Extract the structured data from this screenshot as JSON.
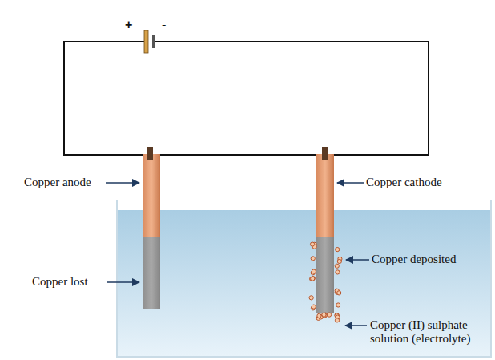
{
  "diagram": {
    "labels": [
      "+",
      "-",
      "Copper anode",
      "Copper cathode",
      "Copper deposited",
      "Copper lost",
      "Copper (II) sulphate solution (electrolyte)"
    ]
  }
}
